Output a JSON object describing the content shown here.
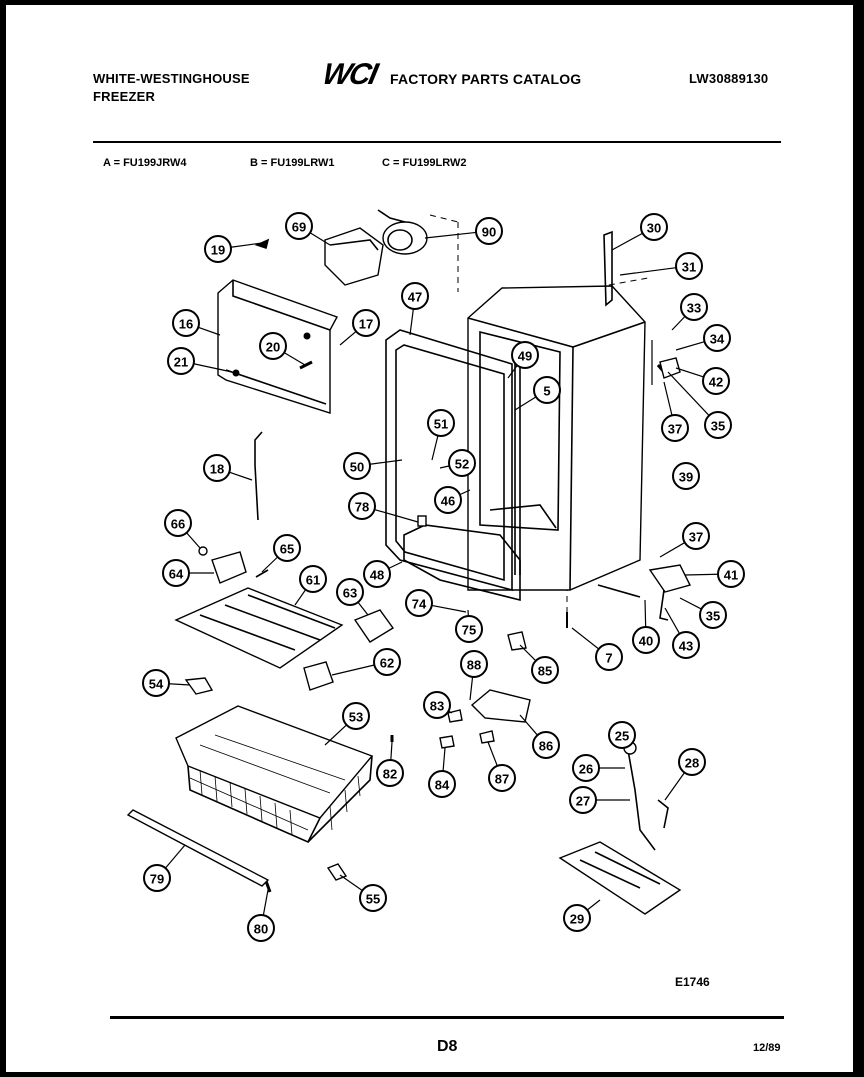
{
  "header": {
    "brand_line1": "WHITE-WESTINGHOUSE",
    "brand_line2": "FREEZER",
    "logo_text": "WCI",
    "catalog_title": "FACTORY PARTS CATALOG",
    "catalog_number": "LW30889130"
  },
  "models": [
    {
      "label": "A = FU199JRW4"
    },
    {
      "label": "B = FU199LRW1"
    },
    {
      "label": "C = FU199LRW2"
    }
  ],
  "callouts": [
    "69",
    "90",
    "30",
    "19",
    "31",
    "47",
    "33",
    "34",
    "16",
    "17",
    "20",
    "21",
    "49",
    "5",
    "42",
    "35",
    "37",
    "51",
    "52",
    "18",
    "39",
    "50",
    "46",
    "78",
    "66",
    "65",
    "37",
    "41",
    "64",
    "61",
    "48",
    "63",
    "74",
    "75",
    "35",
    "40",
    "43",
    "7",
    "62",
    "85",
    "54",
    "53",
    "83",
    "88",
    "86",
    "82",
    "25",
    "28",
    "26",
    "84",
    "87",
    "27",
    "79",
    "55",
    "29",
    "80"
  ],
  "footer": {
    "drawing_code": "E1746",
    "page_label": "D8",
    "date": "12/89"
  }
}
